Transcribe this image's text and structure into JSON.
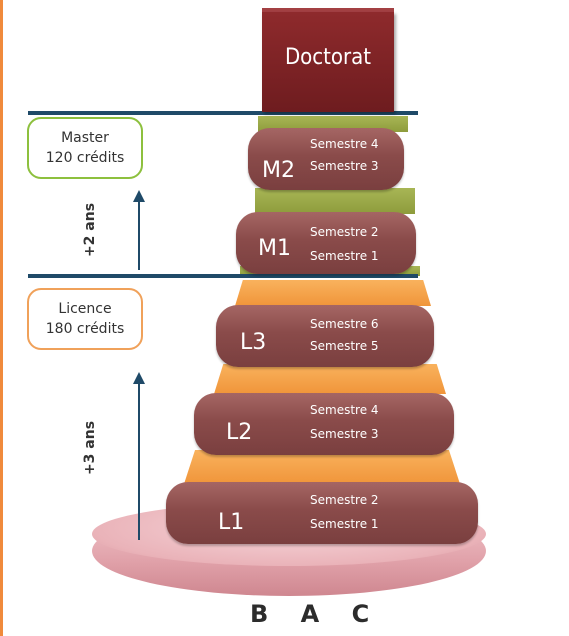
{
  "top": "Doctorat",
  "master": {
    "box_line1": "Master",
    "box_line2": "120 crédits",
    "duration": "+2 ans",
    "levels": [
      {
        "code": "M2",
        "semesters": [
          "Semestre 4",
          "Semestre 3"
        ]
      },
      {
        "code": "M1",
        "semesters": [
          "Semestre 2",
          "Semestre 1"
        ]
      }
    ]
  },
  "licence": {
    "box_line1": "Licence",
    "box_line2": "180 crédits",
    "duration": "+3 ans",
    "levels": [
      {
        "code": "L3",
        "semesters": [
          "Semestre 6",
          "Semestre 5"
        ]
      },
      {
        "code": "L2",
        "semesters": [
          "Semestre 4",
          "Semestre 3"
        ]
      },
      {
        "code": "L1",
        "semesters": [
          "Semestre 2",
          "Semestre 1"
        ]
      }
    ]
  },
  "base": "B A C",
  "colors": {
    "doctorat": "#7a2225",
    "level_block": "#8a4b4a",
    "master_band": "#9aa84a",
    "licence_band": "#f5a04a",
    "separator": "#1f4a68",
    "master_box_border": "#8dc03e",
    "licence_box_border": "#f0a15a"
  }
}
